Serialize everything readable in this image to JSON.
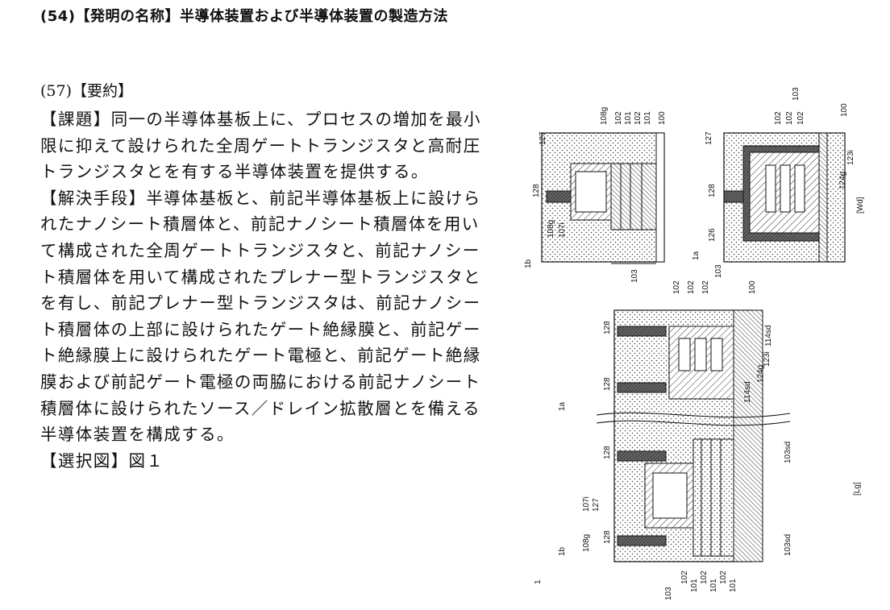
{
  "title": "(54)【発明の名称】半導体装置および半導体装置の製造方法",
  "abstract": {
    "heading": "(57)【要約】",
    "problem": "【課題】同一の半導体基板上に、プロセスの増加を最小限に抑えて設けられた全周ゲートトランジスタと高耐圧トランジスタとを有する半導体装置を提供する。",
    "solution": "【解決手段】半導体基板と、前記半導体基板上に設けられたナノシート積層体と、前記ナノシート積層体を用いて構成された全周ゲートトランジスタと、前記ナノシート積層体を用いて構成されたプレナー型トランジスタとを有し、前記プレナー型トランジスタは、前記ナノシート積層体の上部に設けられたゲート絶縁膜と、前記ゲート絶縁膜上に設けられたゲート電極と、前記ゲート絶縁膜および前記ゲート電極の両脇における前記ナノシート積層体に設けられたソース／ドレイン拡散層とを備える半導体装置を構成する。",
    "selected_figure": "【選択図】図１"
  },
  "figure": {
    "labels": {
      "l100": "100",
      "l101": "101",
      "l102": "102",
      "l103": "103",
      "l127": "127",
      "l128": "128",
      "l126": "126",
      "l108g": "108g",
      "l107i": "107i",
      "l123i": "123i",
      "l124g": "124g",
      "l114sd": "114sd",
      "l103sd": "103sd",
      "l1a": "1a",
      "l1b": "1b",
      "l1": "1",
      "wd": "[Wd]",
      "lg": "[Lg]"
    }
  }
}
